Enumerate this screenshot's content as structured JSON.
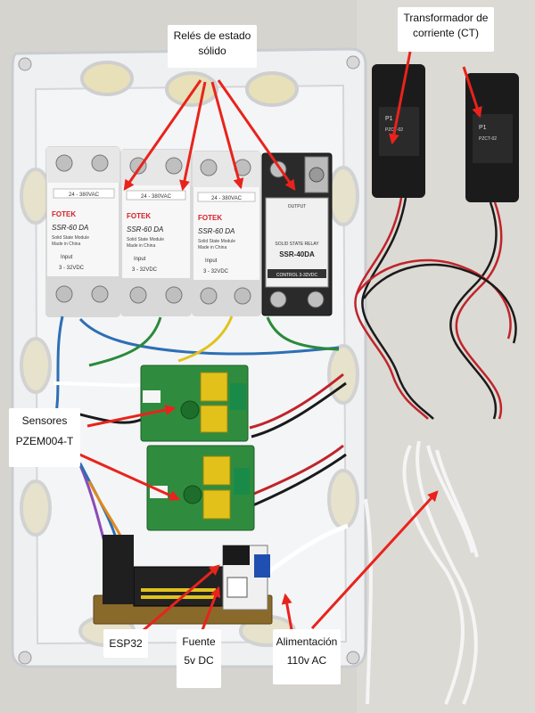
{
  "labels": {
    "ssr": {
      "line1": "Relés de estado",
      "line2": "sólido"
    },
    "ct": {
      "line1": "Transformador de",
      "line2": "corriente (CT)"
    },
    "sensors": {
      "line1": "Sensores",
      "line2": "PZEM004-T"
    },
    "esp32": {
      "line1": "ESP32"
    },
    "psu": {
      "line1": "Fuente",
      "line2": "5v DC"
    },
    "power": {
      "line1": "Alimentación",
      "line2": "110v AC"
    }
  },
  "components": {
    "ssr_modules": [
      {
        "brand": "FOTEK",
        "model": "SSR-60 DA",
        "sub": "Solid State Module",
        "made": "Made in China",
        "top": "24 - 380VAC",
        "input": "Input",
        "range": "3 - 32VDC"
      },
      {
        "brand": "FOTEK",
        "model": "SSR-60 DA",
        "sub": "Solid State Module",
        "made": "Made in China",
        "top": "24 - 380VAC",
        "input": "Input",
        "range": "3 - 32VDC"
      },
      {
        "brand": "FOTEK",
        "model": "SSR-60 DA",
        "sub": "Solid State Module",
        "made": "Made in China",
        "top": "24 - 380VAC",
        "input": "Input",
        "range": "3 - 32VDC"
      }
    ],
    "ssr_black": {
      "top": "OUTPUT",
      "title": "SOLID STATE RELAY",
      "model": "SSR-40DA",
      "bottom": "CONTROL 3-32VDC"
    },
    "ct_clamps": [
      {
        "mark": "P1",
        "model": "PZCT-02"
      },
      {
        "mark": "P1",
        "model": "PZCT-02"
      }
    ]
  },
  "colors": {
    "arrow": "#e8231c",
    "enclosure": "#eef0f2",
    "pcb_green": "#2f8c3e",
    "relay_yellow": "#e2c21a",
    "wire_red": "#c0242a",
    "wire_black": "#1a1a1a"
  }
}
